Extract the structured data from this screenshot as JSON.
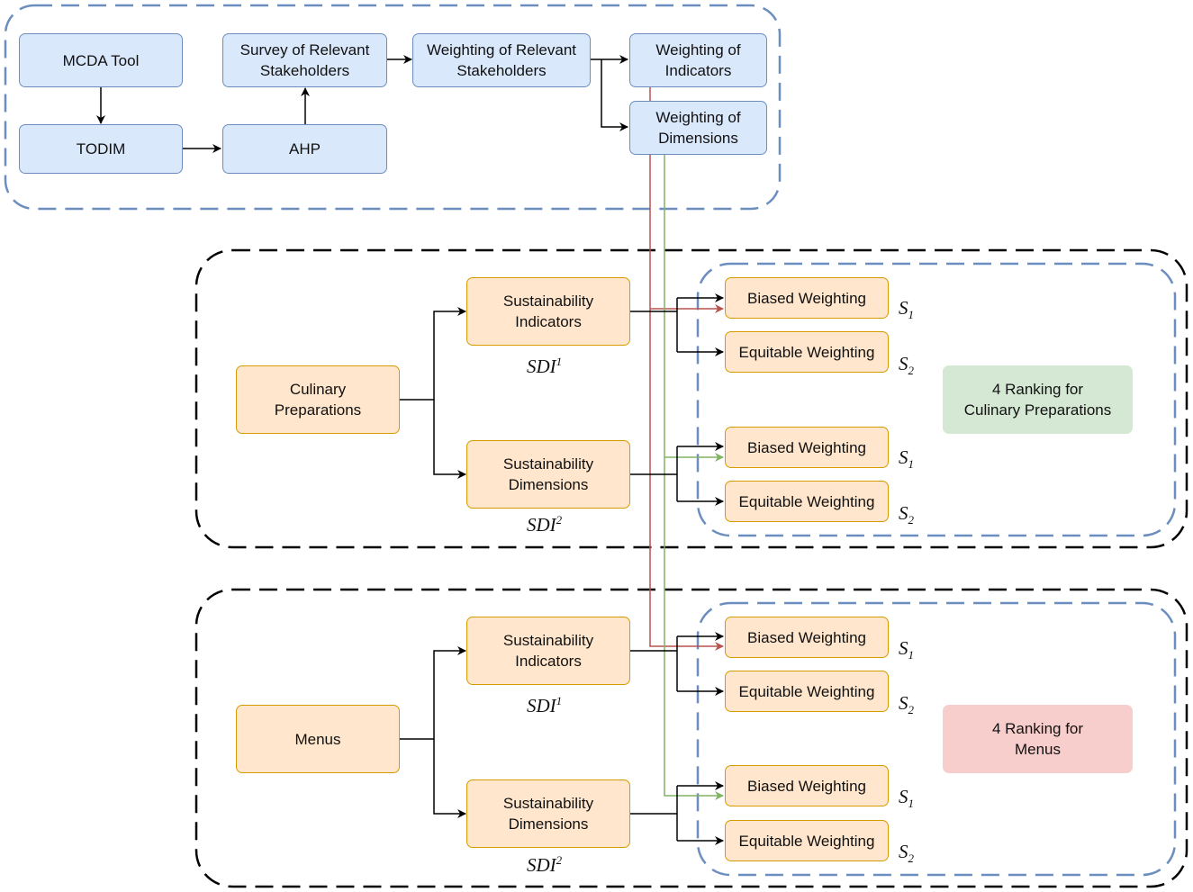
{
  "colors": {
    "blue_fill": "#dae8fc",
    "blue_stroke": "#6c8ebf",
    "orange_fill": "#ffe6cc",
    "orange_stroke": "#d79b00",
    "green_fill": "#d5e8d4",
    "red_fill": "#f8cecc",
    "group_dash_blue": "#6c8ebf",
    "group_dash_black": "#000000",
    "red_line": "#b85450",
    "green_line": "#82b366"
  },
  "top": {
    "mcda_tool": "MCDA Tool",
    "todim": "TODIM",
    "ahp": "AHP",
    "survey": "Survey of Relevant\nStakeholders",
    "weighting_stakeholders": "Weighting of Relevant\nStakeholders",
    "weighting_indicators": "Weighting of\nIndicators",
    "weighting_dimensions": "Weighting of\nDimensions"
  },
  "culinary": {
    "root": "Culinary\nPreparations",
    "indicators": "Sustainability\nIndicators",
    "dimensions": "Sustainability\nDimensions",
    "sdi1": "SDI",
    "sdi1_sup": "1",
    "sdi2": "SDI",
    "sdi2_sup": "2",
    "biased_1": "Biased Weighting",
    "equitable_1": "Equitable Weighting",
    "biased_2": "Biased Weighting",
    "equitable_2": "Equitable Weighting",
    "ranking": "4 Ranking for\nCulinary Preparations"
  },
  "menus": {
    "root": "Menus",
    "indicators": "Sustainability\nIndicators",
    "dimensions": "Sustainability\nDimensions",
    "sdi1": "SDI",
    "sdi1_sup": "1",
    "sdi2": "SDI",
    "sdi2_sup": "2",
    "biased_1": "Biased Weighting",
    "equitable_1": "Equitable Weighting",
    "biased_2": "Biased Weighting",
    "equitable_2": "Equitable Weighting",
    "ranking": "4 Ranking for\nMenus"
  },
  "scenario_labels": {
    "s": "S",
    "s1_sub": "1",
    "s2_sub": "2"
  }
}
